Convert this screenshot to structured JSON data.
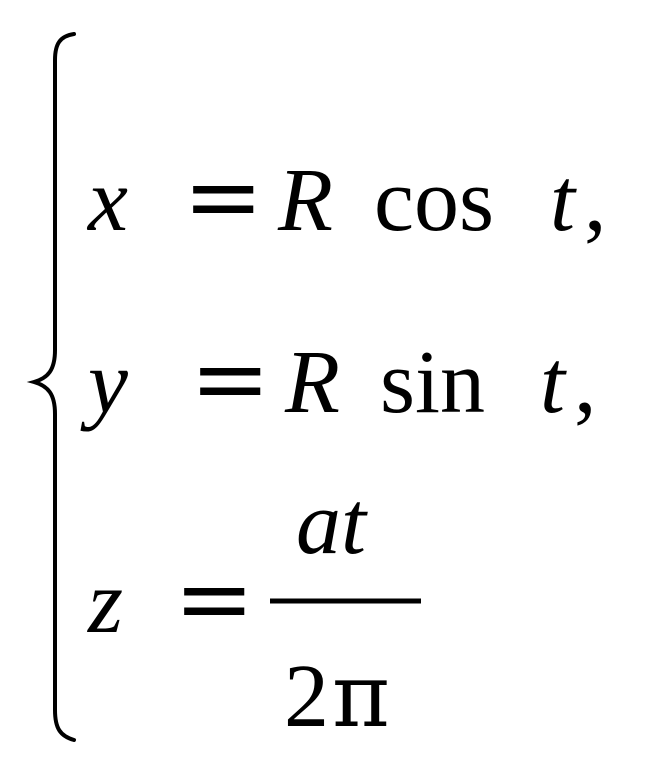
{
  "system": {
    "brace": "{",
    "row1": {
      "var": "x",
      "equals": "=",
      "coef": "R",
      "func": "cos",
      "arg": "t",
      "punct": ","
    },
    "row2": {
      "var": "y",
      "equals": "=",
      "coef": "R",
      "func": "sin",
      "arg": "t",
      "punct": ","
    },
    "row3": {
      "var": "z",
      "equals": "=",
      "numerator": "at",
      "denominator_num": "2",
      "denominator_sym": "π"
    }
  }
}
